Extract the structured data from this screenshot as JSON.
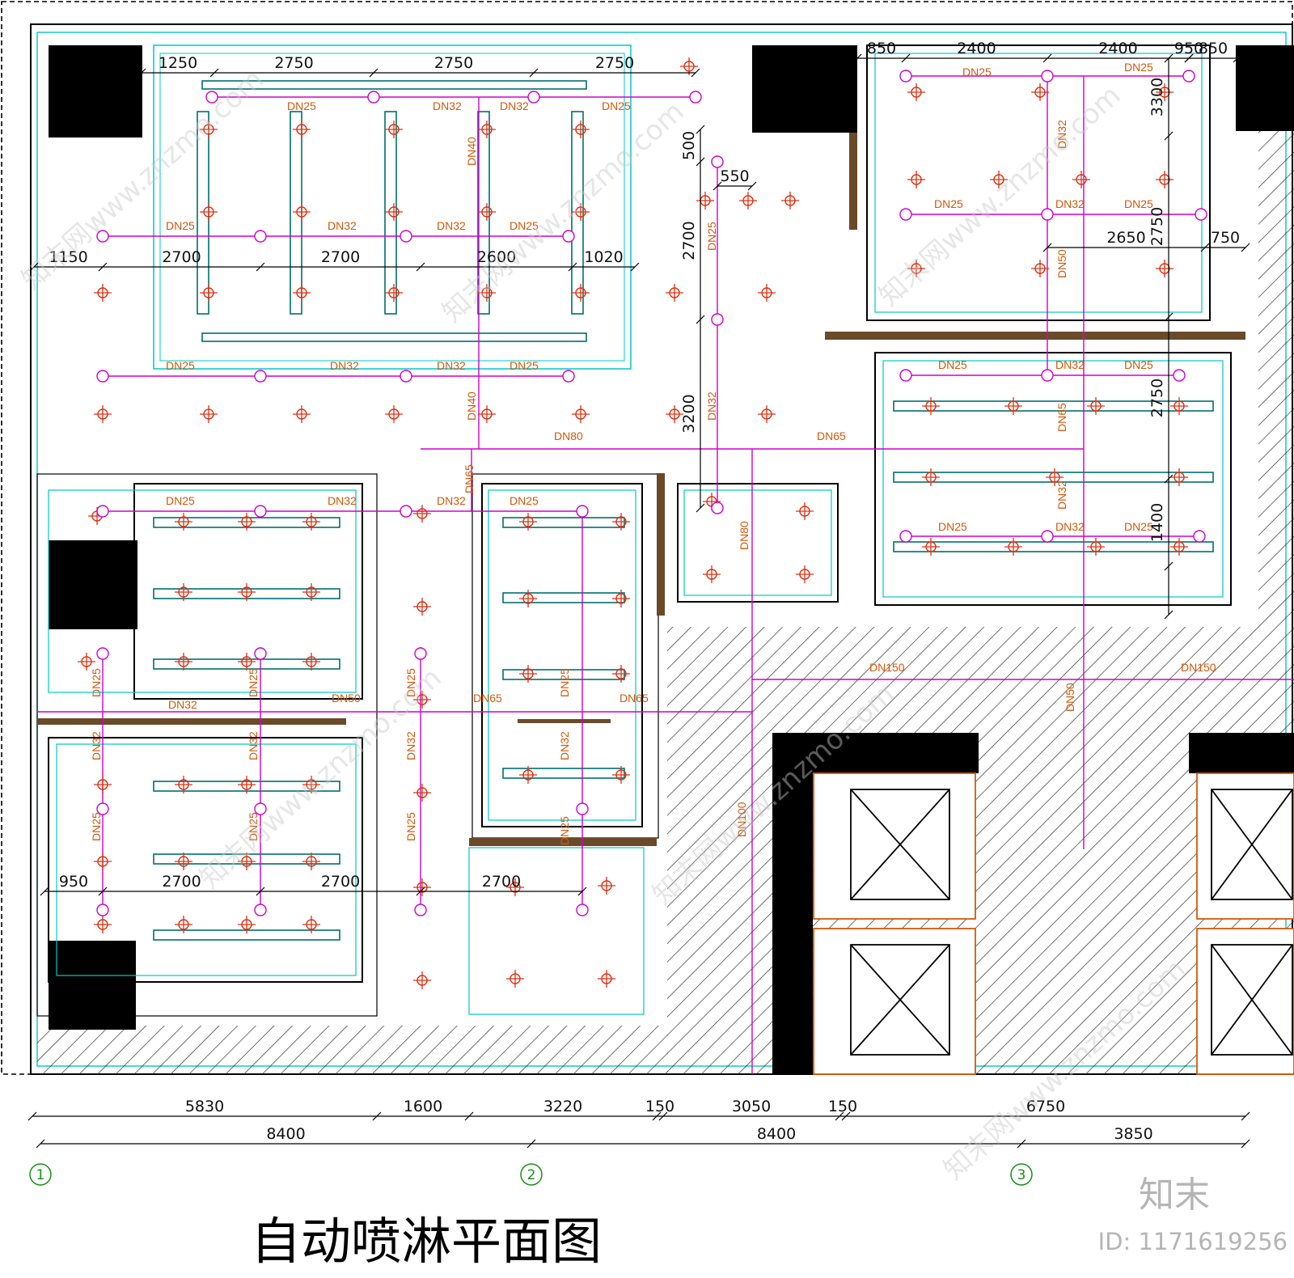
{
  "drawing": {
    "title": "自动喷淋平面图",
    "brand": "知末",
    "id_label": "ID: 1171619256",
    "watermark": "知末网www.znzmo.com"
  },
  "colors": {
    "pipe": "#d000d0",
    "sprinkler": "#e03010",
    "ceiling": "#00c8c8",
    "wall": "#000000",
    "hatch": "#222222",
    "label": "#d4580a",
    "axis": "#1a8f1a"
  },
  "axes": [
    {
      "id": "1"
    },
    {
      "id": "2"
    },
    {
      "id": "3"
    }
  ],
  "bottom_dims_row1": [
    "5830",
    "1600",
    "3220",
    "150",
    "3050",
    "150",
    "6750"
  ],
  "bottom_dims_row2": [
    "8400",
    "8400",
    "3850"
  ],
  "dims_room_top_left": [
    "1250",
    "2750",
    "2750",
    "2750"
  ],
  "dims_room_top_left_row2": [
    "1150",
    "2700",
    "2700",
    "2600",
    "1020"
  ],
  "dims_room_top_right": [
    "850",
    "2400",
    "2400",
    "950",
    "850"
  ],
  "dims_room_top_right_row2": [
    "2650",
    "750"
  ],
  "dims_vertical_right": [
    "3300",
    "2750",
    "2750",
    "1400"
  ],
  "dims_vertical_mid": [
    "500",
    "2700",
    "3200"
  ],
  "dim_550": "550",
  "dims_bottom_left": [
    "950",
    "2700",
    "2700",
    "2700"
  ],
  "pipe_labels": {
    "dn25": "DN25",
    "dn32": "DN32",
    "dn40": "DN40",
    "dn50": "DN50",
    "dn65": "DN65",
    "dn80": "DN80",
    "dn150": "DN150",
    "dn100": "DN100"
  }
}
